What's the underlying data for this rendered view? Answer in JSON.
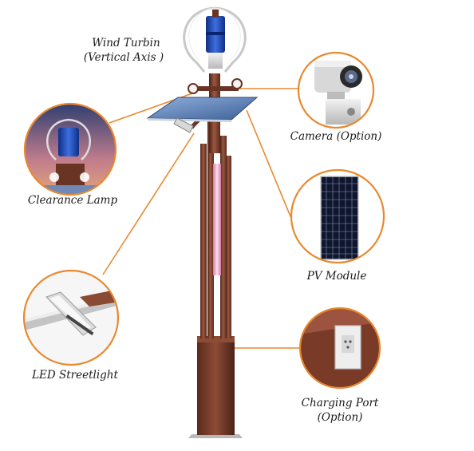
{
  "labels": {
    "wind_turbine_line1": "Wind Turbin",
    "wind_turbine_line2": "(Vertical Axis )",
    "camera": "Camera (Option)",
    "clearance_lamp": "Clearance Lamp",
    "pv_module": "PV Module",
    "led_streetlight": "LED Streetlight",
    "charging_port_line1": "Charging Port",
    "charging_port_line2": "(Option)"
  },
  "colors": {
    "callout_line": "#e8892f",
    "callout_ring": "#e8892f",
    "pole_brown": "#7a4030",
    "pole_dark": "#4e2418",
    "pole_light": "#a8644c",
    "panel_blue": "#4a6fa8",
    "rotor_blue": "#1f4db8",
    "light_tube": "#f0a8c8"
  },
  "icons": [
    "wind-turbine-icon",
    "camera-icon",
    "clearance-lamp-icon",
    "pv-module-icon",
    "led-streetlight-icon",
    "charging-port-icon"
  ]
}
